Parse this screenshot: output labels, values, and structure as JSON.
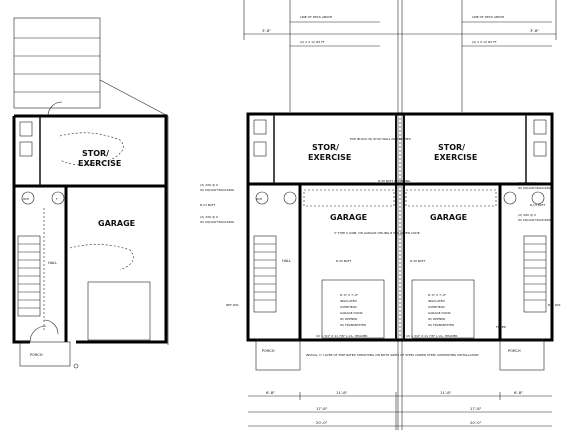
{
  "left_plan": {
    "rooms": [
      "STOR/",
      "EXERCISE",
      "GARAGE",
      "HALL",
      "PORCH"
    ],
    "tags": [
      "W/H",
      "F"
    ]
  },
  "right_plan": {
    "top_notes": [
      "LINE OF DECK ABOVE",
      "(2) 2 X 12 #2 FT",
      "LINE OF DECK ABOVE",
      "(2) 2 X 12 #2 FT"
    ],
    "stor_unit_a": [
      "STOR/",
      "EXERCISE"
    ],
    "stor_unit_b": [
      "STOR/",
      "EXERCISE"
    ],
    "garage_unit_a": "GARAGE",
    "garage_unit_b": "GARAGE",
    "hall": "HALL",
    "porch_left": "PORCH",
    "porch_right": "PORCH",
    "foyer": "FOYER",
    "wh": "W/H",
    "sep_wall": "EXP. BLOCK W/ STUD WALL NO FINISHES",
    "r_batt_joists": "R-30 BATT IN CEILING",
    "r30": "R-30 BATT",
    "garage_note": "3' TYPE X GWB. ON GARAGE CEILING 8 WALLS PER CODE",
    "door_note": [
      "8'-0\" X 7'-0\"",
      "INSULATED",
      "OVERHEAD",
      "GARAGE DOOR",
      "W/ OPENER",
      "W/ TRANSMITTER"
    ],
    "header_note": "(2) 1 3/4\" X 11 7/8\" L.V.L. HEADER",
    "left_notes": [
      "(3) 2X6 @ 0",
      "W/ SQUASH BLOCKING",
      "R-13 BATT",
      "(2) 2X6 @ 0",
      "W/ SQUASH BLOCKING",
      "RET W.R."
    ],
    "right_notes": [
      "(1) 2X6 @ 0",
      "W/ SQUASH BLOCKING",
      "R-13 BATT",
      "(2) 2X6 @ 0",
      "W/ SQUASH BLOCKING",
      "RET W.R."
    ],
    "install_note": "INSTALL 1\" LAYER OF FIRE RATED SHEATHING ON BOTH SIDES OF STEEL UNDER STEEL SUPPORTING INSTALLATION",
    "dims_bottom": [
      "6'-8\"",
      "11'-8\"",
      "6'-8\"",
      "11'-8\"",
      "17'-8\"",
      "17'-8\"",
      "20'-0\"",
      "20'-0\""
    ],
    "dims_top": [
      "3'-6\"",
      "3'-6\""
    ]
  }
}
